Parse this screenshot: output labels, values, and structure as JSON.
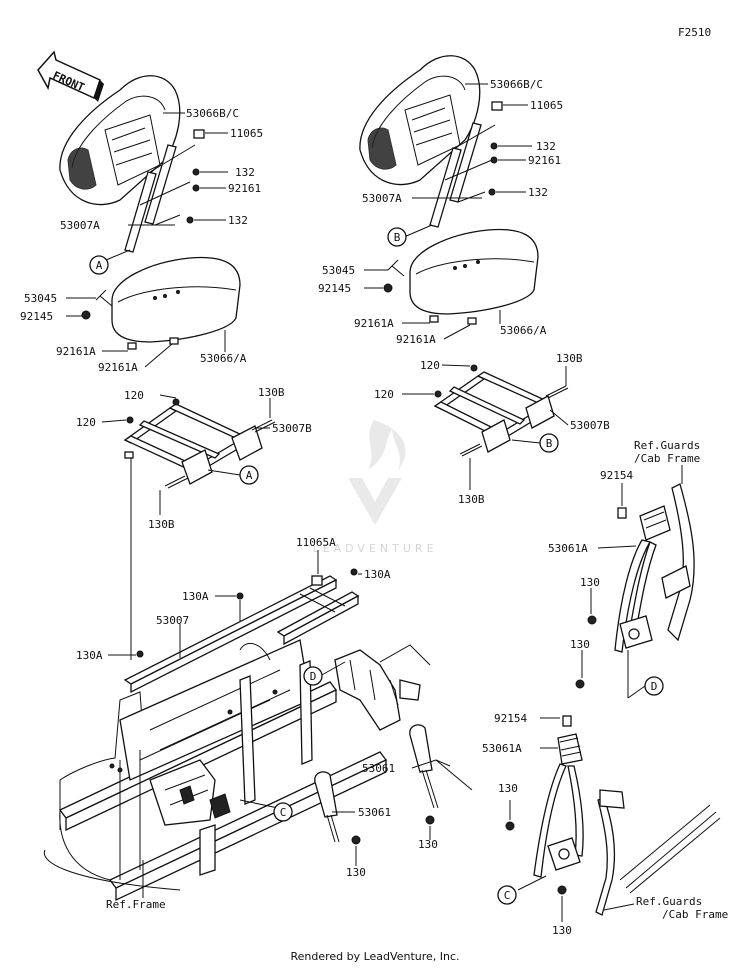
{
  "diagram_code": "F2510",
  "front_label": "FRONT",
  "watermark": "LEADVENTURE",
  "footer": "Rendered by LeadVenture, Inc.",
  "labels": {
    "l_53066bc_1": "53066B/C",
    "l_11065_1": "11065",
    "l_132_1a": "132",
    "l_92161_1": "92161",
    "l_53007a_1": "53007A",
    "l_132_1b": "132",
    "l_53045_1": "53045",
    "l_92145_1": "92145",
    "l_92161a_1a": "92161A",
    "l_92161a_1b": "92161A",
    "l_53066a_1": "53066/A",
    "l_53066bc_2": "53066B/C",
    "l_11065_2": "11065",
    "l_132_2a": "132",
    "l_92161_2": "92161",
    "l_53007a_2": "53007A",
    "l_132_2b": "132",
    "l_53045_2": "53045",
    "l_92145_2": "92145",
    "l_92161a_2a": "92161A",
    "l_92161a_2b": "92161A",
    "l_53066a_2": "53066/A",
    "l_120_1a": "120",
    "l_120_1b": "120",
    "l_130b_1a": "130B",
    "l_53007b_1": "53007B",
    "l_130b_1b": "130B",
    "l_120_2a": "120",
    "l_120_2b": "120",
    "l_130b_2a": "130B",
    "l_53007b_2": "53007B",
    "l_130b_2b": "130B",
    "l_11065a": "11065A",
    "l_130a_1": "130A",
    "l_130a_2": "130A",
    "l_53007": "53007",
    "l_130a_3": "130A",
    "l_ref_frame": "Ref.Frame",
    "l_53061_1": "53061",
    "l_53061_2": "53061",
    "l_130_1": "130",
    "l_130_2": "130",
    "l_ref_guards_1a": "Ref.Guards",
    "l_ref_guards_1b": "/Cab Frame",
    "l_92154_1": "92154",
    "l_53061a_1": "53061A",
    "l_130_3": "130",
    "l_130_4": "130",
    "l_92154_2": "92154",
    "l_53061a_2": "53061A",
    "l_130_5": "130",
    "l_130_6": "130",
    "l_ref_guards_2a": "Ref.Guards",
    "l_ref_guards_2b": "/Cab Frame"
  },
  "callouts": {
    "c_a1": "A",
    "c_a2": "A",
    "c_b1": "B",
    "c_b2": "B",
    "c_c1": "C",
    "c_c2": "C",
    "c_d1": "D",
    "c_d2": "D"
  }
}
